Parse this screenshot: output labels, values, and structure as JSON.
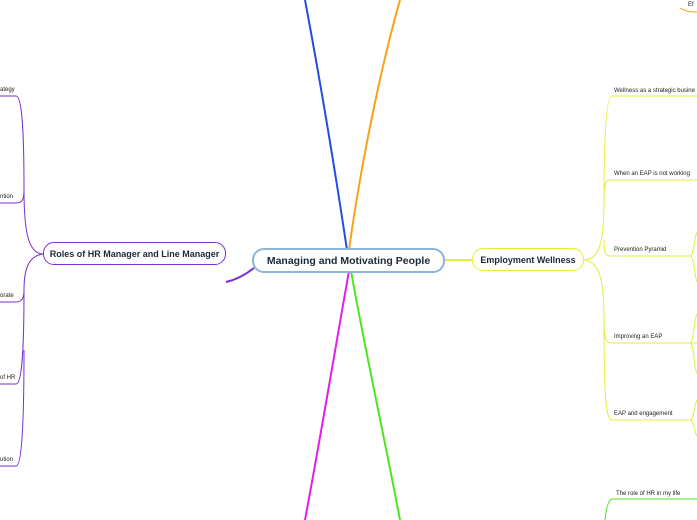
{
  "central_topic": "Managing and Motivating People",
  "branches": {
    "employment_wellness": {
      "label": "Employment Wellness",
      "children": [
        "Wellness as a strategic busine",
        "When an EAP is not working",
        "Prevention Pyramid",
        "Improving an EAP",
        "EAP and engagement"
      ]
    },
    "hr_roles": {
      "label": "Roles of HR Manager and Line Manager",
      "children": [
        "ategy",
        "ntion",
        "orate",
        "of HR",
        "ution"
      ]
    },
    "hr_in_life": {
      "children": [
        "The role of HR in my life"
      ]
    },
    "top_right": {
      "label": "Ef"
    }
  },
  "colors": {
    "central_border": "#8ab4d8",
    "wellness": "#e6ec3a",
    "roles": "#7a2fd0",
    "blue_branch": "#1f4fe0",
    "orange_branch": "#f5a31a",
    "green_branch": "#4ce61e",
    "magenta_branch": "#e01ee8"
  }
}
